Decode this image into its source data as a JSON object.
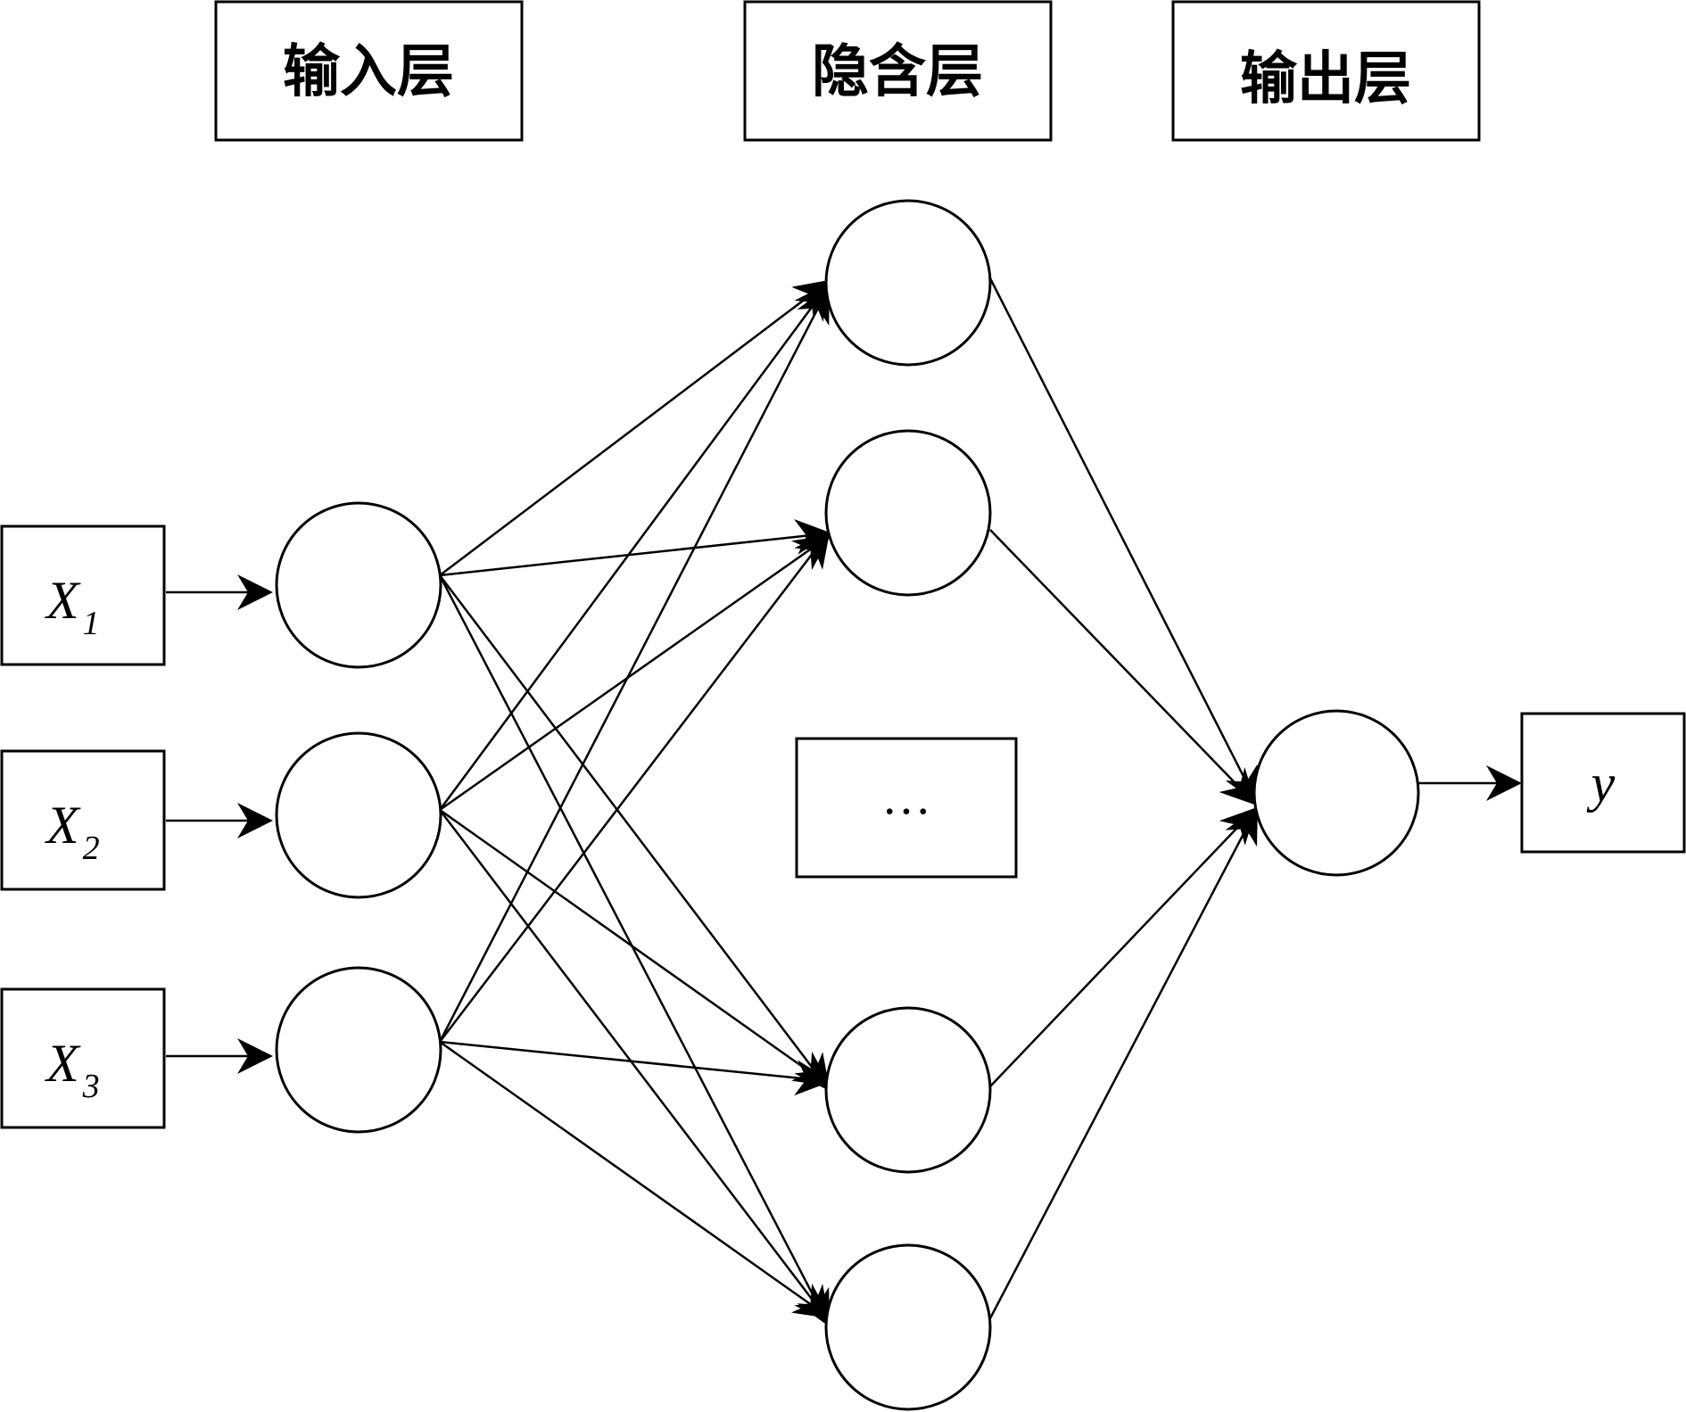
{
  "headers": {
    "input_layer": "输入层",
    "hidden_layer": "隐含层",
    "output_layer": "输出层"
  },
  "inputs": [
    {
      "var": "X",
      "sub": "1"
    },
    {
      "var": "X",
      "sub": "2"
    },
    {
      "var": "X",
      "sub": "3"
    }
  ],
  "hidden": {
    "ellipsis": "…"
  },
  "output": {
    "var": "y"
  },
  "colors": {
    "stroke": "#000000",
    "background": "#ffffff"
  }
}
